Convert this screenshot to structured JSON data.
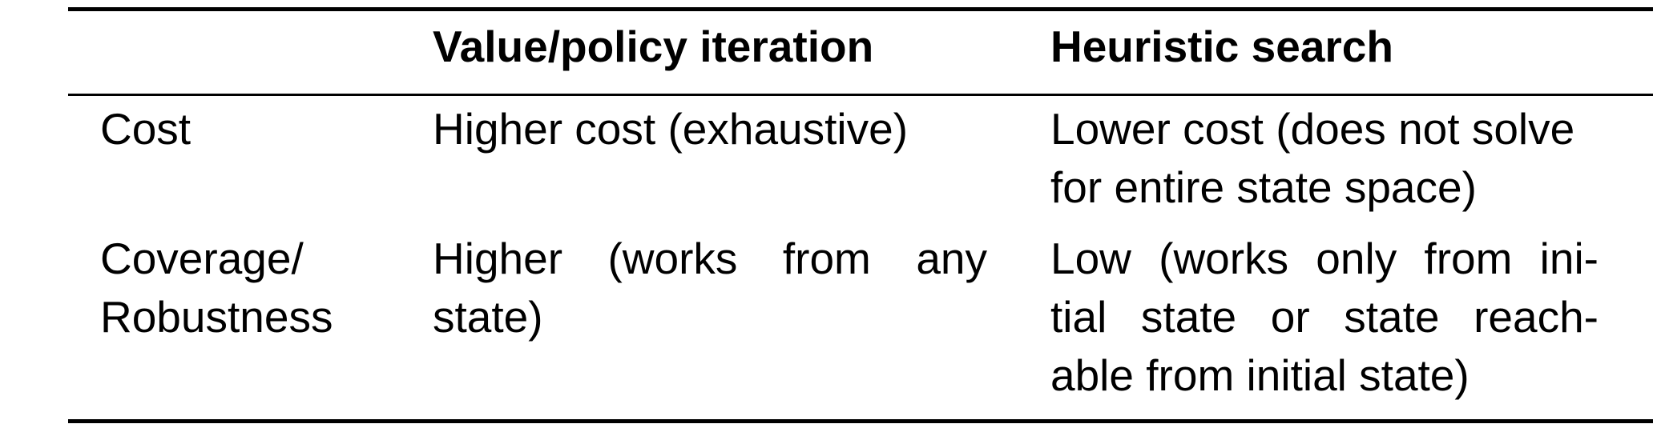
{
  "table": {
    "headers": [
      "",
      "Value/policy iteration",
      "Heuristic search"
    ],
    "rows": [
      {
        "label": [
          "Cost"
        ],
        "value_policy": [
          "Higher cost (exhaustive)"
        ],
        "heuristic": [
          "Lower cost (does not solve",
          "for entire state space)"
        ]
      },
      {
        "label": [
          "Coverage/",
          "Robustness"
        ],
        "value_policy": [
          "Higher (works from any",
          "state)"
        ],
        "heuristic": [
          "Low (works only from ini-",
          "tial state or state reach-",
          "able from initial state)"
        ]
      }
    ]
  }
}
